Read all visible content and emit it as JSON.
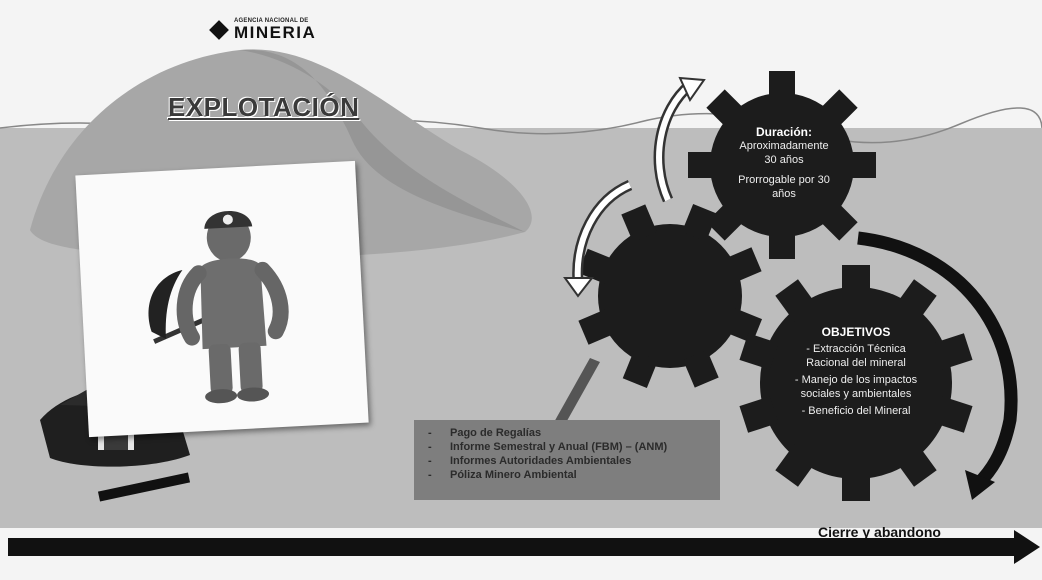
{
  "logo": {
    "line1": "AGENCIA NACIONAL DE",
    "line2": "MINERIA"
  },
  "title": "EXPLOTACIÓN",
  "duration": {
    "heading": "Duración:",
    "line1": "Aproximadamente",
    "line2": "30 años",
    "line3": "Prorrogable por 30",
    "line4": "años"
  },
  "objectives": {
    "heading": "OBJETIVOS",
    "items": [
      {
        "a": "- Extracción Técnica",
        "b": "Racional del mineral"
      },
      {
        "a": "- Manejo de los impactos",
        "b": "sociales y ambientales"
      },
      {
        "a": "- Beneficio del Mineral",
        "b": ""
      }
    ]
  },
  "obligations": [
    "Pago de Regalías",
    "Informe Semestral y Anual (FBM) – (ANM)",
    "Informes Autoridades Ambientales",
    "Póliza Minero Ambiental"
  ],
  "timeline": {
    "label": "Cierre y abandono"
  },
  "colors": {
    "gear": "#1c1c1c",
    "mountain": "#a9a9a9",
    "ground": "#bdbdbd",
    "arrow_bar": "#111111"
  }
}
